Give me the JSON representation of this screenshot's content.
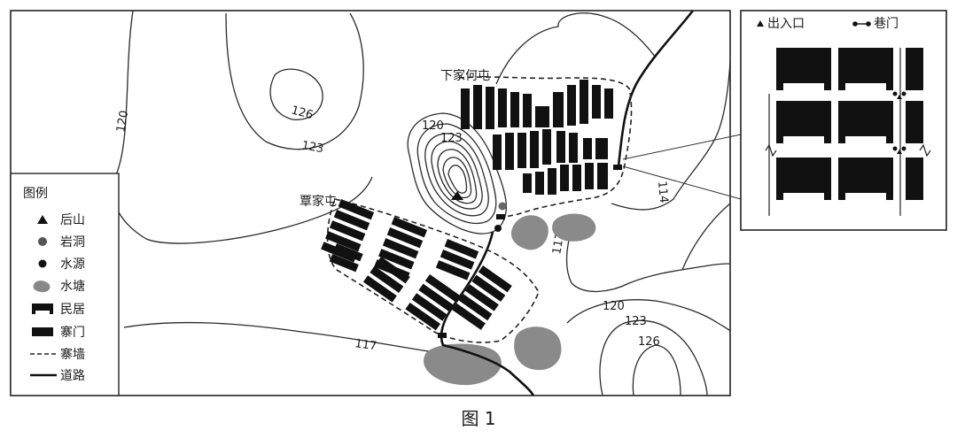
{
  "figure": {
    "caption": "图 1"
  },
  "villages": {
    "north": "下家何屯",
    "west": "覃家屯"
  },
  "contours": {
    "left_120": "120",
    "left_123": "123",
    "left_126": "126",
    "hill_120": "120",
    "hill_123": "123",
    "east_114": "114",
    "mid_117": "117",
    "se_120": "120",
    "se_123": "123",
    "se_126": "126",
    "bottom_117": "117"
  },
  "legend": {
    "title": "图例",
    "items": [
      {
        "key": "hill",
        "label": "后山",
        "icon": "triangle-icon"
      },
      {
        "key": "cave",
        "label": "岩洞",
        "icon": "dot-icon"
      },
      {
        "key": "water_source",
        "label": "水源",
        "icon": "dot-icon"
      },
      {
        "key": "pond",
        "label": "水塘",
        "icon": "blob-icon"
      },
      {
        "key": "house",
        "label": "民居",
        "icon": "house-icon"
      },
      {
        "key": "gate",
        "label": "寨门",
        "icon": "gate-icon"
      },
      {
        "key": "wall",
        "label": "寨墙",
        "icon": "dashed-line-icon"
      },
      {
        "key": "road",
        "label": "道路",
        "icon": "solid-line-icon"
      }
    ]
  },
  "inset": {
    "entrance_label": "出入口",
    "alley_gate_label": "巷门"
  },
  "colors": {
    "ink": "#111111",
    "pond": "#8a8a8a",
    "background": "#ffffff"
  }
}
